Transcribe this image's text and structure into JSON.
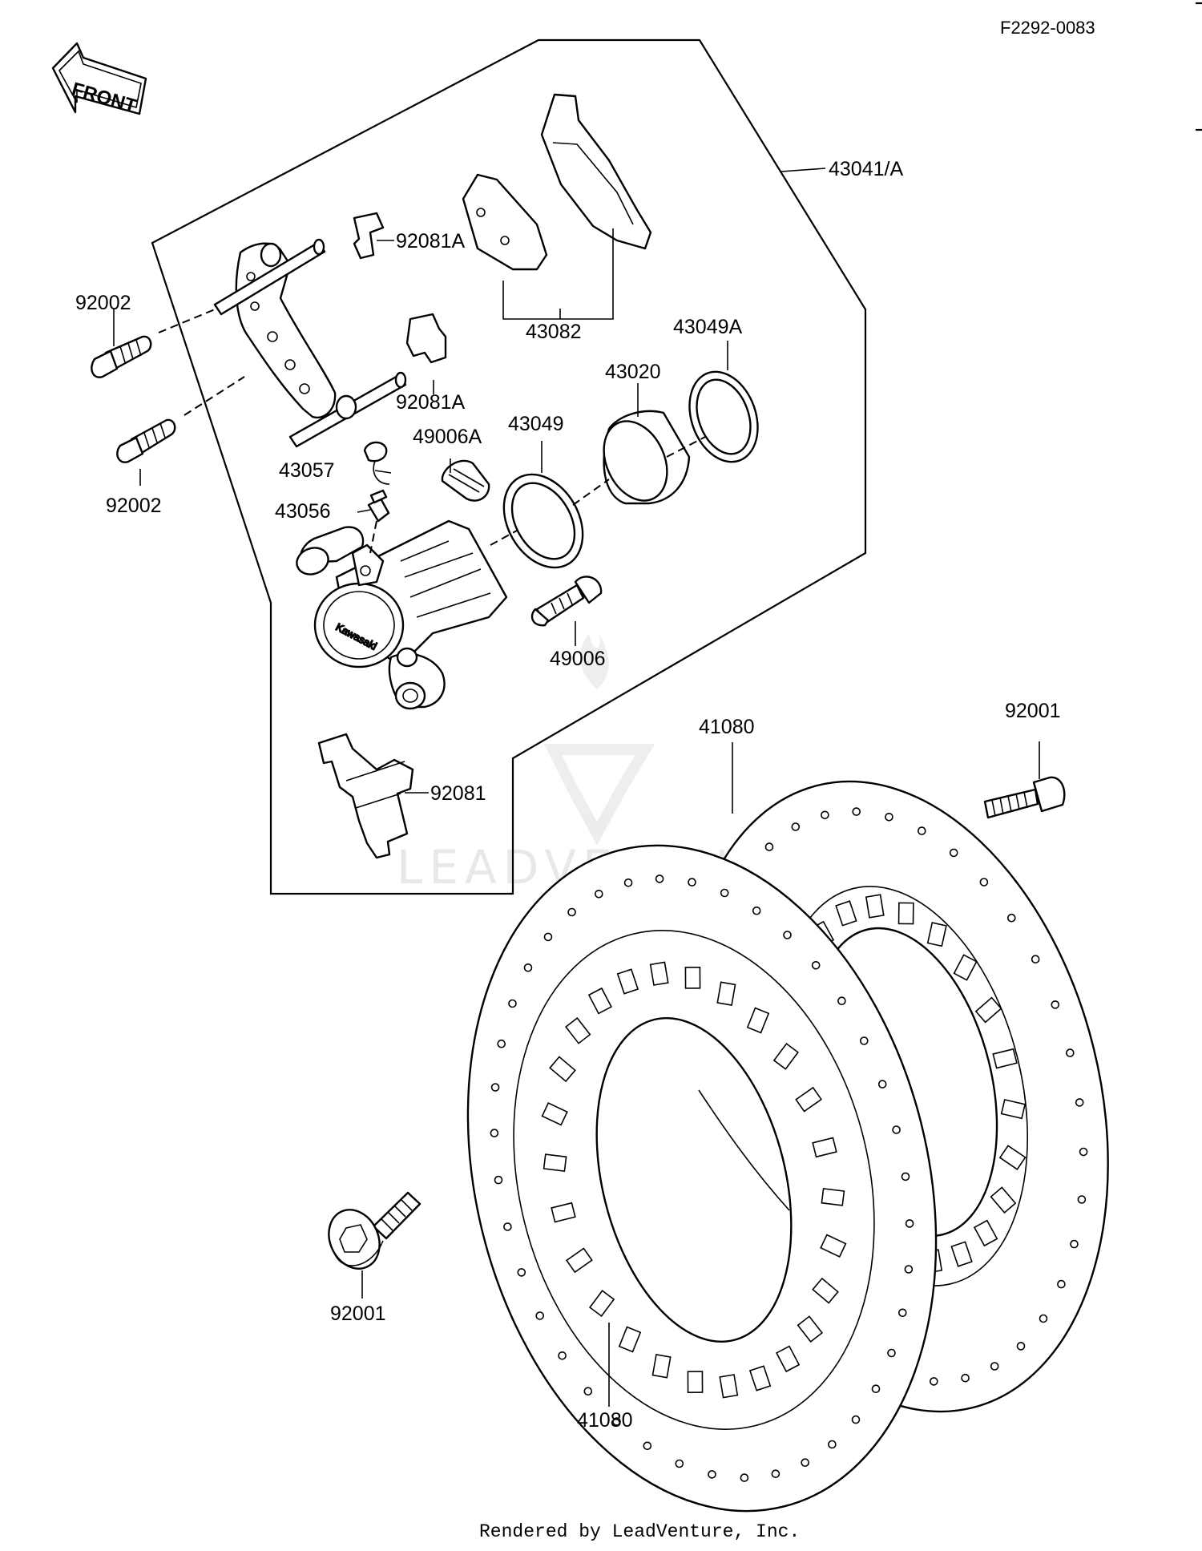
{
  "diagram_code": "F2292-0083",
  "front_label": "FRONT",
  "watermark": "LEADVENTURE",
  "footer": "Rendered by LeadVenture, Inc.",
  "callouts": {
    "caliper_assembly": "43041/A",
    "shim_upper": "92081A",
    "shim_lower": "92081A",
    "pad_set": "43082",
    "piston_seal_outer": "43049A",
    "piston": "43020",
    "piston_seal": "43049",
    "bolt_upper": "92002",
    "bolt_lower": "92002",
    "bleeder_cap": "43057",
    "bleeder_valve": "43056",
    "boot": "49006A",
    "pin_bolt": "49006",
    "spring": "92081",
    "disc_rear": "41080",
    "disc_front": "41080",
    "disc_bolt_right": "92001",
    "disc_bolt_left": "92001"
  }
}
